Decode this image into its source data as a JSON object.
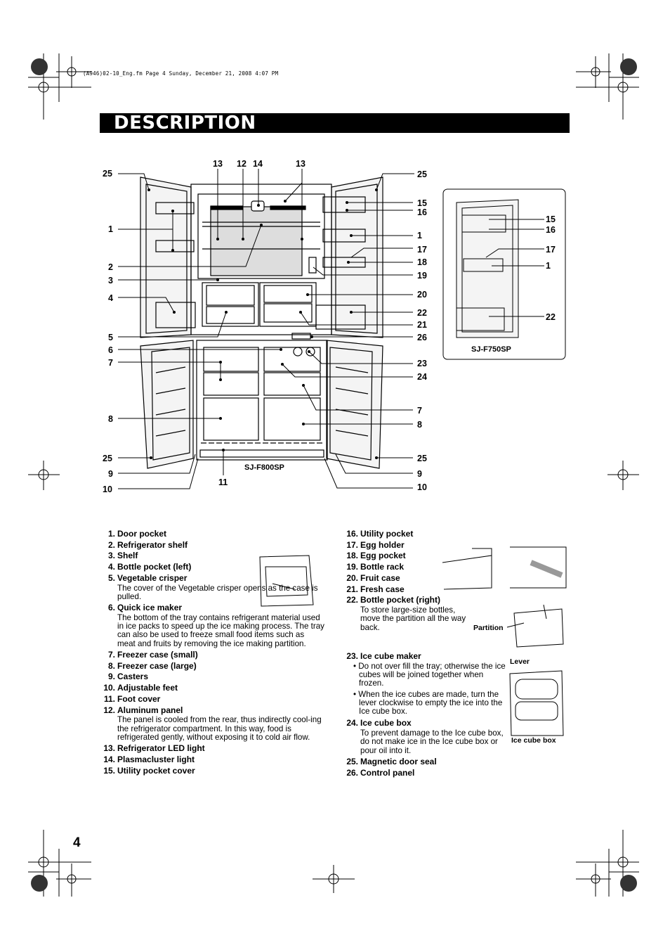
{
  "header": {
    "file_line": "(A946)02-10_Eng.fm  Page 4  Sunday, December 21, 2008  4:07 PM"
  },
  "title": "DESCRIPTION",
  "figure": {
    "callouts": {
      "c25_tl": "25",
      "c13_a": "13",
      "c12": "12",
      "c14": "14",
      "c13_b": "13",
      "c25_tr": "25",
      "c15": "15",
      "c16": "16",
      "c1_l": "1",
      "c1_r": "1",
      "c17": "17",
      "c18": "18",
      "c2": "2",
      "c19": "19",
      "c3": "3",
      "c20": "20",
      "c4": "4",
      "c22": "22",
      "c21": "21",
      "c5": "5",
      "c26": "26",
      "c6": "6",
      "c23": "23",
      "c7_l": "7",
      "c24": "24",
      "c7_r": "7",
      "c8_l": "8",
      "c8_r": "8",
      "c25_bl": "25",
      "c25_br": "25",
      "c9_l": "9",
      "c9_r": "9",
      "c10_l": "10",
      "c10_r": "10",
      "c11": "11",
      "m15": "15",
      "m16": "16",
      "m17": "17",
      "m1": "1",
      "m22": "22"
    },
    "model_main": "SJ-F800SP",
    "model_inset": "SJ-F750SP"
  },
  "parts_left": [
    {
      "n": "1.",
      "name": "Door pocket"
    },
    {
      "n": "2.",
      "name": "Refrigerator shelf"
    },
    {
      "n": "3.",
      "name": "Shelf"
    },
    {
      "n": "4.",
      "name": "Bottle pocket (left)"
    },
    {
      "n": "5.",
      "name": "Vegetable crisper",
      "desc": "The cover of the Vegetable crisper opens as the case is pulled."
    },
    {
      "n": "6.",
      "name": "Quick ice maker",
      "desc": "The bottom of the tray contains refrigerant material used in ice packs to speed up the ice making process. The tray can also be used to freeze small food items such as meat and fruits by removing the ice making partition."
    },
    {
      "n": "7.",
      "name": "Freezer case (small)"
    },
    {
      "n": "8.",
      "name": "Freezer case (large)"
    },
    {
      "n": "9.",
      "name": "Casters"
    },
    {
      "n": "10.",
      "name": "Adjustable feet"
    },
    {
      "n": "11.",
      "name": "Foot cover"
    },
    {
      "n": "12.",
      "name": "Aluminum panel",
      "desc": "The panel is cooled from the rear, thus indirectly cool-ing the refrigerator compartment. In this way, food is refrigerated gently, without exposing it to cold air flow."
    },
    {
      "n": "13.",
      "name": "Refrigerator LED light"
    },
    {
      "n": "14.",
      "name": "Plasmacluster light"
    },
    {
      "n": "15.",
      "name": "Utility pocket cover"
    }
  ],
  "parts_right": [
    {
      "n": "16.",
      "name": "Utility pocket"
    },
    {
      "n": "17.",
      "name": "Egg holder"
    },
    {
      "n": "18.",
      "name": "Egg pocket"
    },
    {
      "n": "19.",
      "name": "Bottle rack"
    },
    {
      "n": "20.",
      "name": "Fruit case"
    },
    {
      "n": "21.",
      "name": "Fresh case"
    },
    {
      "n": "22.",
      "name": "Bottle pocket (right)",
      "desc": "To store large-size bottles, move the partition all the way back."
    }
  ],
  "parts_right2": [
    {
      "n": "23.",
      "name": "Ice cube maker",
      "bullets": [
        "• Do not over fill the tray; otherwise the ice cubes will be joined together when frozen.",
        "• When the ice cubes are made, turn the lever clockwise to empty the ice into the Ice cube box."
      ]
    },
    {
      "n": "24.",
      "name": "Ice cube box",
      "desc": "To prevent damage to the Ice cube box, do not make ice in the Ice cube box or pour oil into it."
    },
    {
      "n": "25.",
      "name": "Magnetic door seal"
    },
    {
      "n": "26.",
      "name": "Control panel"
    }
  ],
  "small_labels": {
    "partition": "Partition",
    "lever": "Lever",
    "ice_cube_box": "Ice cube box"
  },
  "page_number": "4"
}
